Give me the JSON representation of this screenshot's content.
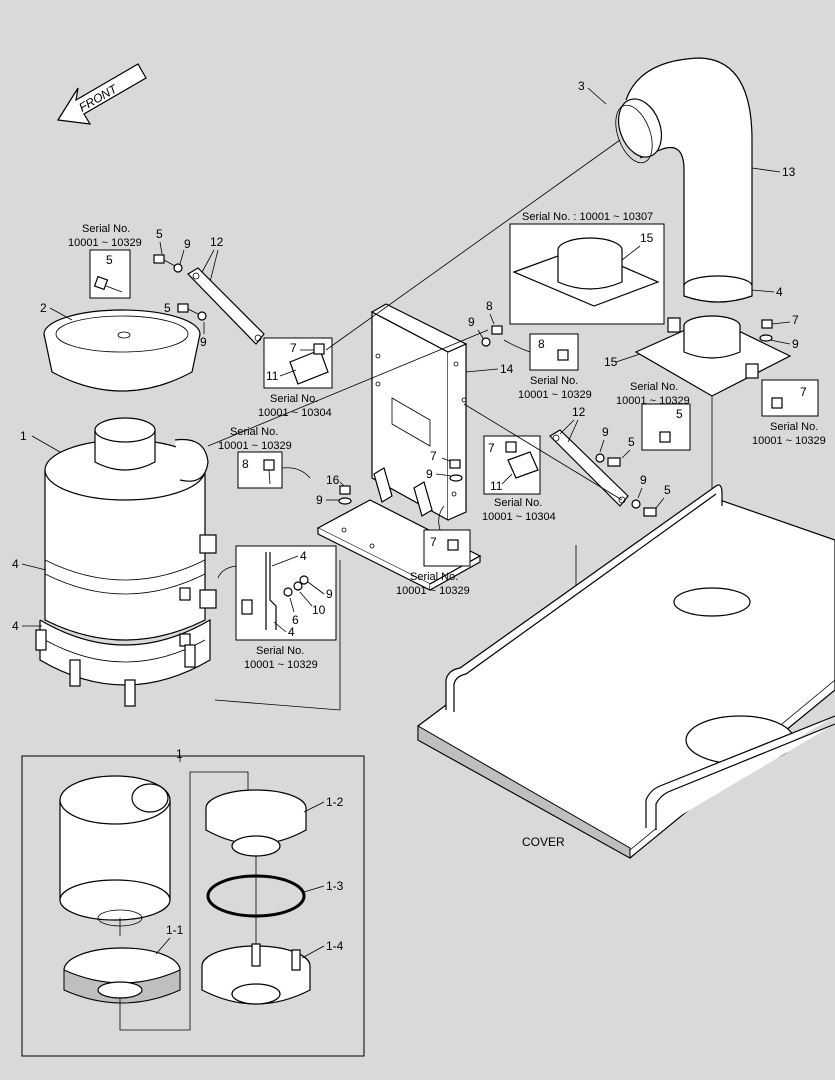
{
  "front_label": "FRONT",
  "cover_label": "COVER",
  "serial_callouts": {
    "s1_line1": "Serial No.",
    "s1_line2": "10001 ~ 10329",
    "s2_line1": "Serial No. : 10001 ~ 10307",
    "s3_line1": "Serial No.",
    "s3_line2": "10001 ~ 10304",
    "s4_line1": "Serial No.",
    "s4_line2": "10001 ~ 10329",
    "s5_line1": "Serial No.",
    "s5_line2": "10001 ~ 10329",
    "s6_line1": "Serial No.",
    "s6_line2": "10001 ~ 10329",
    "s7_line1": "Serial No.",
    "s7_line2": "10001 ~ 10304",
    "s8_line1": "Serial No.",
    "s8_line2": "10001 ~ 10329",
    "s9_line1": "Serial No.",
    "s9_line2": "10001 ~ 10329",
    "s10_line1": "Serial No.",
    "s10_line2": "10001 ~ 10329"
  },
  "part_numbers": {
    "n1": "1",
    "n1b": "1",
    "n2": "2",
    "n3": "3",
    "n4a": "4",
    "n4b": "4",
    "n4c": "4",
    "n4d": "4",
    "n4e": "4",
    "n5a": "5",
    "n5b": "5",
    "n5c": "5",
    "n5d": "5",
    "n5e": "5",
    "n5f": "5",
    "n6": "6",
    "n7a": "7",
    "n7b": "7",
    "n7c": "7",
    "n7d": "7",
    "n7e": "7",
    "n7f": "7",
    "n8a": "8",
    "n8b": "8",
    "n8c": "8",
    "n9a": "9",
    "n9b": "9",
    "n9c": "9",
    "n9d": "9",
    "n9e": "9",
    "n9f": "9",
    "n9g": "9",
    "n9h": "9",
    "n9i": "9",
    "n10": "10",
    "n11a": "11",
    "n11b": "11",
    "n12a": "12",
    "n12b": "12",
    "n13": "13",
    "n14": "14",
    "n15a": "15",
    "n15b": "15",
    "n16": "16",
    "n1_1": "1-1",
    "n1_2": "1-2",
    "n1_3": "1-3",
    "n1_4": "1-4"
  }
}
